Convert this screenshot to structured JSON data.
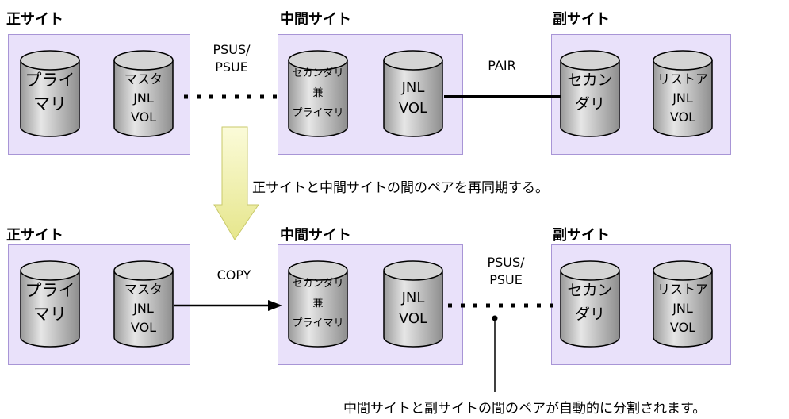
{
  "row1": {
    "primary_site": {
      "label": "正サイト",
      "vol1": "プライ\nマリ",
      "vol2": "マスタ\nJNL\nVOL"
    },
    "middle_site": {
      "label": "中間サイト",
      "vol1": "セカンダリ\n兼\nプライマリ",
      "vol2": "JNL\nVOL"
    },
    "secondary_site": {
      "label": "副サイト",
      "vol1": "セカン\nダリ",
      "vol2": "リストア\nJNL\nVOL"
    },
    "link1_status": "PSUS/\nPSUE",
    "link2_status": "PAIR"
  },
  "transition_caption": "正サイトと中間サイトの間のペアを再同期する。",
  "row2": {
    "primary_site": {
      "label": "正サイト",
      "vol1": "プライ\nマリ",
      "vol2": "マスタ\nJNL\nVOL"
    },
    "middle_site": {
      "label": "中間サイト",
      "vol1": "セカンダリ\n兼\nプライマリ",
      "vol2": "JNL\nVOL"
    },
    "secondary_site": {
      "label": "副サイト",
      "vol1": "セカン\nダリ",
      "vol2": "リストア\nJNL\nVOL"
    },
    "link1_status": "COPY",
    "link2_status": "PSUS/\nPSUE"
  },
  "bottom_caption": "中間サイトと副サイトの間のペアが自動的に分割されます。",
  "colors": {
    "site_fill": "#e9e1fa",
    "site_border": "#a895d6",
    "cylinder": "#b5b5b5",
    "arrow": "#f0f0a8"
  }
}
